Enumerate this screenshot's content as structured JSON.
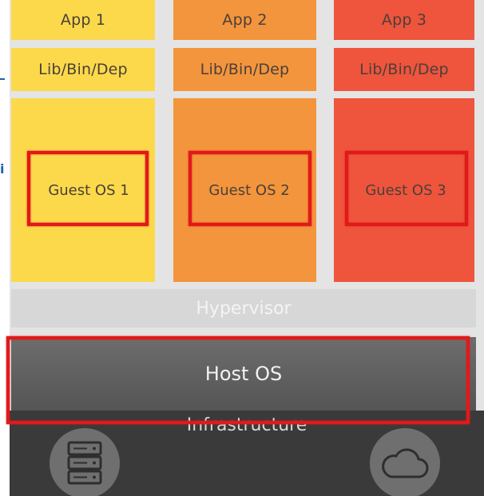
{
  "apps": [
    {
      "app": "App 1",
      "lib": "Lib/Bin/Dep",
      "guest_os": "Guest OS 1",
      "color": "#fbd94b"
    },
    {
      "app": "App 2",
      "lib": "Lib/Bin/Dep",
      "guest_os": "Guest OS 2",
      "color": "#f3953d"
    },
    {
      "app": "App 3",
      "lib": "Lib/Bin/Dep",
      "guest_os": "Guest OS 3",
      "color": "#ef543d"
    }
  ],
  "hypervisor": "Hypervisor",
  "host_os": "Host OS",
  "infrastructure": "Infrastructure",
  "icons": [
    "server-icon",
    "cloud-icon"
  ],
  "highlight_color": "#e01a1a"
}
